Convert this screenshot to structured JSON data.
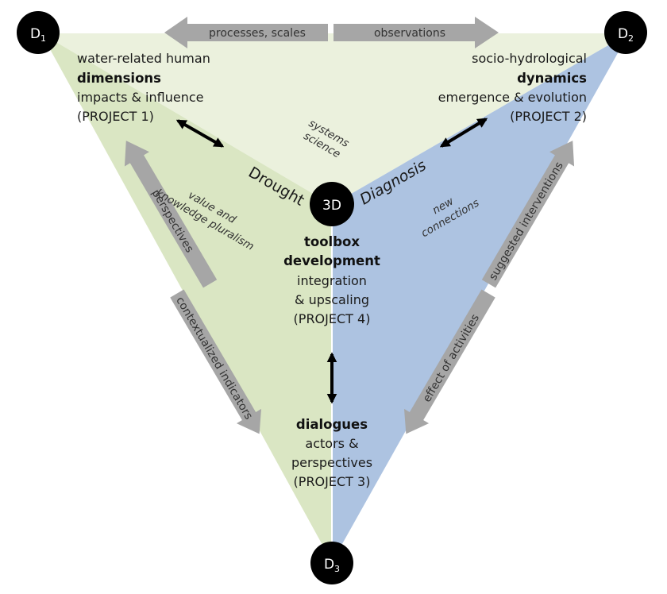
{
  "colors": {
    "green_light": "#ebf1dd",
    "green": "#dae6c3",
    "blue": "#adc3e1",
    "grey_arrow": "#a6a6a6",
    "node": "#000000"
  },
  "nodes": {
    "d1": {
      "main": "D",
      "sub": "1"
    },
    "d2": {
      "main": "D",
      "sub": "2"
    },
    "d3": {
      "main": "D",
      "sub": "3"
    },
    "center": "3D"
  },
  "top_arrows": {
    "left": "processes, scales",
    "right": "observations"
  },
  "left_arrows": {
    "upper": "perspectives",
    "lower": "contextualized indicators"
  },
  "right_arrows": {
    "upper": "suggested interventions",
    "lower": "effect of activities"
  },
  "project1": {
    "line1": "water-related human",
    "bold": "dimensions",
    "line3": "impacts & influence",
    "line4": "(PROJECT 1)"
  },
  "project2": {
    "line1": "socio-hydrological",
    "bold": "dynamics",
    "line3": "emergence & evolution",
    "line4": "(PROJECT 2)"
  },
  "project4": {
    "bold1": "toolbox",
    "bold2": "development",
    "line3": "integration",
    "line4": "& upscaling",
    "line5": "(PROJECT 4)"
  },
  "project3": {
    "bold": "dialogues",
    "line2": "actors &",
    "line3": "perspectives",
    "line4": "(PROJECT 3)"
  },
  "axis_labels": {
    "drought": "Drought",
    "diagnosis": "Diagnosis"
  },
  "region_labels": {
    "systems": [
      "systems",
      "science"
    ],
    "pluralism": [
      "value and",
      "knowledge pluralism"
    ],
    "connections": [
      "new",
      "connections"
    ]
  }
}
